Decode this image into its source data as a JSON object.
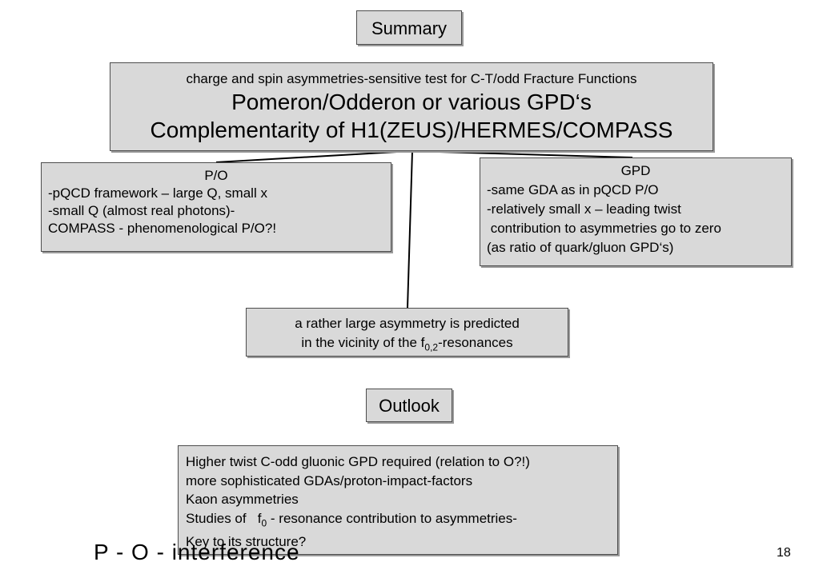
{
  "summary": {
    "title": "Summary"
  },
  "main": {
    "line1": "charge and spin asymmetries-sensitive test for C-T/odd Fracture Functions",
    "line2": "Pomeron/Odderon or various GPD‘s",
    "line3": "Complementarity of H1(ZEUS)/HERMES/COMPASS"
  },
  "po": {
    "heading": "P/O",
    "lines": [
      "-pQCD framework – large Q, small x",
      "-small Q (almost real photons)-",
      "COMPASS - phenomenological P/O?!"
    ]
  },
  "gpd": {
    "heading": "GPD",
    "lines": [
      "-same GDA as in pQCD P/O",
      "-relatively small x – leading twist",
      " contribution to asymmetries go to zero",
      "(as ratio of quark/gluon GPD‘s)"
    ]
  },
  "prediction": {
    "line1": "a rather large asymmetry is predicted",
    "line2_pre": "in the vicinity of the f",
    "line2_sub": "0,2",
    "line2_post": "-resonances"
  },
  "outlook": {
    "title": "Outlook",
    "lines": [
      "Higher twist C-odd gluonic GPD required (relation to O?!)",
      "more sophisticated GDAs/proton-impact-factors",
      "Kaon asymmetries"
    ],
    "line4_pre": "Studies of   f",
    "line4_sub": "0",
    "line4_post": " - resonance contribution to asymmetries-",
    "line5": "Key to its structure?"
  },
  "footer": {
    "title": "P - O - interference",
    "page": "18"
  }
}
